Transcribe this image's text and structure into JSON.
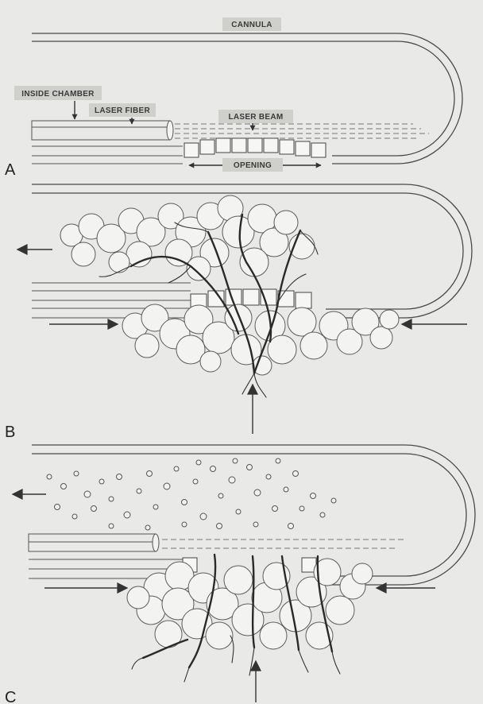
{
  "labels": {
    "cannula": "CANNULA",
    "inside_chamber": "INSIDE CHAMBER",
    "laser_fiber": "LASER FIBER",
    "laser_beam": "LASER BEAM",
    "opening": "OPENING"
  },
  "panels": {
    "a": "A",
    "b": "B",
    "c": "C"
  },
  "colors": {
    "background": "#e9e9e7",
    "line": "#4a4a4a",
    "label_box": "#cfcfcc"
  }
}
